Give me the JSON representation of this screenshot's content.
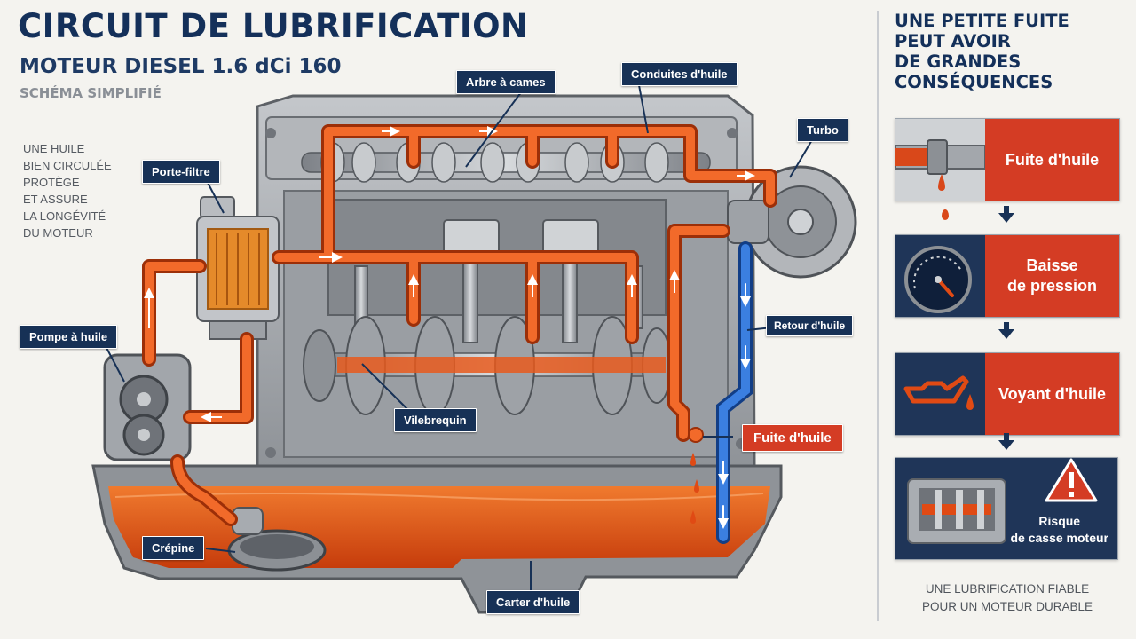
{
  "header": {
    "title": "CIRCUIT DE LUBRIFICATION",
    "subtitle": "MOTEUR DIESEL 1.6 dCi 160",
    "schema": "SCHÉMA SIMPLIFIÉ",
    "intro_lines": [
      "UNE HUILE",
      "BIEN CIRCULÉE",
      "PROTÈGE",
      "ET ASSURE",
      "LA LONGÉVITÉ",
      "DU MOTEUR"
    ]
  },
  "labels": {
    "arbre_a_cames": "Arbre à cames",
    "conduites_huile": "Conduites d'huile",
    "turbo": "Turbo",
    "porte_filtre": "Porte-filtre",
    "pompe_a_huile": "Pompe à huile",
    "retour_huile": "Retour d'huile",
    "vilebrequin": "Vilebrequin",
    "fuite_huile": "Fuite d'huile",
    "crepine": "Crépine",
    "carter_huile": "Carter d'huile"
  },
  "sidebar": {
    "heading_lines": [
      "UNE PETITE FUITE",
      "PEUT AVOIR",
      "DE GRANDES",
      "CONSÉQUENCES"
    ],
    "steps": [
      {
        "lines": [
          "Fuite d'huile"
        ],
        "icon": "leaking-pipe-icon"
      },
      {
        "lines": [
          "Baisse",
          "de pression"
        ],
        "icon": "pressure-gauge-icon"
      },
      {
        "lines": [
          "Voyant d'huile"
        ],
        "icon": "oil-can-warning-icon"
      },
      {
        "lines": [
          "Risque",
          "de casse moteur"
        ],
        "icon": "warning-triangle-icon"
      }
    ],
    "footer_lines": [
      "UNE LUBRIFICATION FIABLE",
      "POUR UN MOTEUR DURABLE"
    ]
  },
  "colors": {
    "navy": "#173156",
    "oil_orange": "#ea5a1c",
    "oil_dark": "#c8400f",
    "return_blue": "#2f6fd0",
    "alert_red": "#d43c24",
    "engine_gray": "#a9adb2"
  }
}
